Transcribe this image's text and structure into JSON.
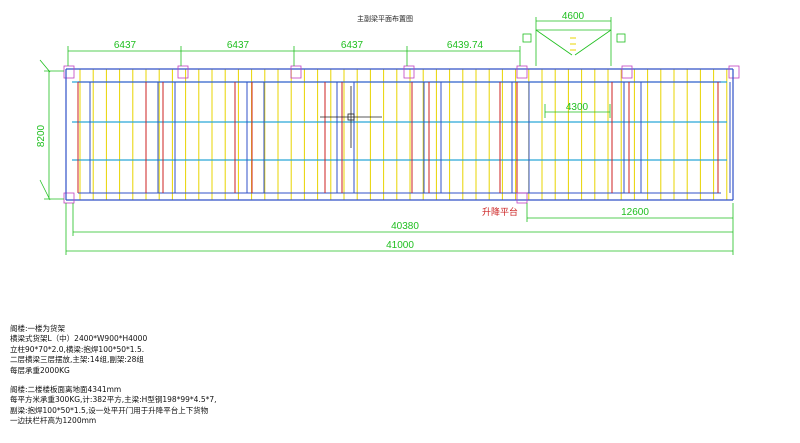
{
  "drawing": {
    "title": "主副梁平面布置图",
    "dims": {
      "seg1": "6437",
      "seg2": "6437",
      "seg3": "6437",
      "seg4": "6439.74",
      "top": "4600",
      "width_inner": "4300",
      "height": "8200",
      "lift_span": "12600",
      "inner_total": "40380",
      "total": "41000"
    },
    "labels": {
      "lift": "升降平台"
    },
    "colors": {
      "yellow": "#e8d400",
      "green": "#2ecc40",
      "cyan": "#2aa6d6",
      "blue": "#3050c8",
      "magenta": "#c040c0",
      "red": "#cc2222",
      "dim": "#1fbf1f"
    }
  },
  "notes": {
    "line1": "阁楼:一楼为货架",
    "line2": "横梁式货架L（中）2400*W900*H4000",
    "line3": "立柱90*70*2.0,横梁:抱焊100*50*1.5.",
    "line4": "二层横梁三层摆放,主架:14组,副架:28组",
    "line5": "每层承重2000KG",
    "line6": "阁楼:二楼楼板面离地面4341mm",
    "line7": "每平方米承重300KG,计:382平方,主梁:H型钢198*99*4.5*7,",
    "line8": "副梁:抱焊100*50*1.5,设一处平开门用于升降平台上下货物",
    "line9": "一边扶栏杆高为1200mm"
  }
}
